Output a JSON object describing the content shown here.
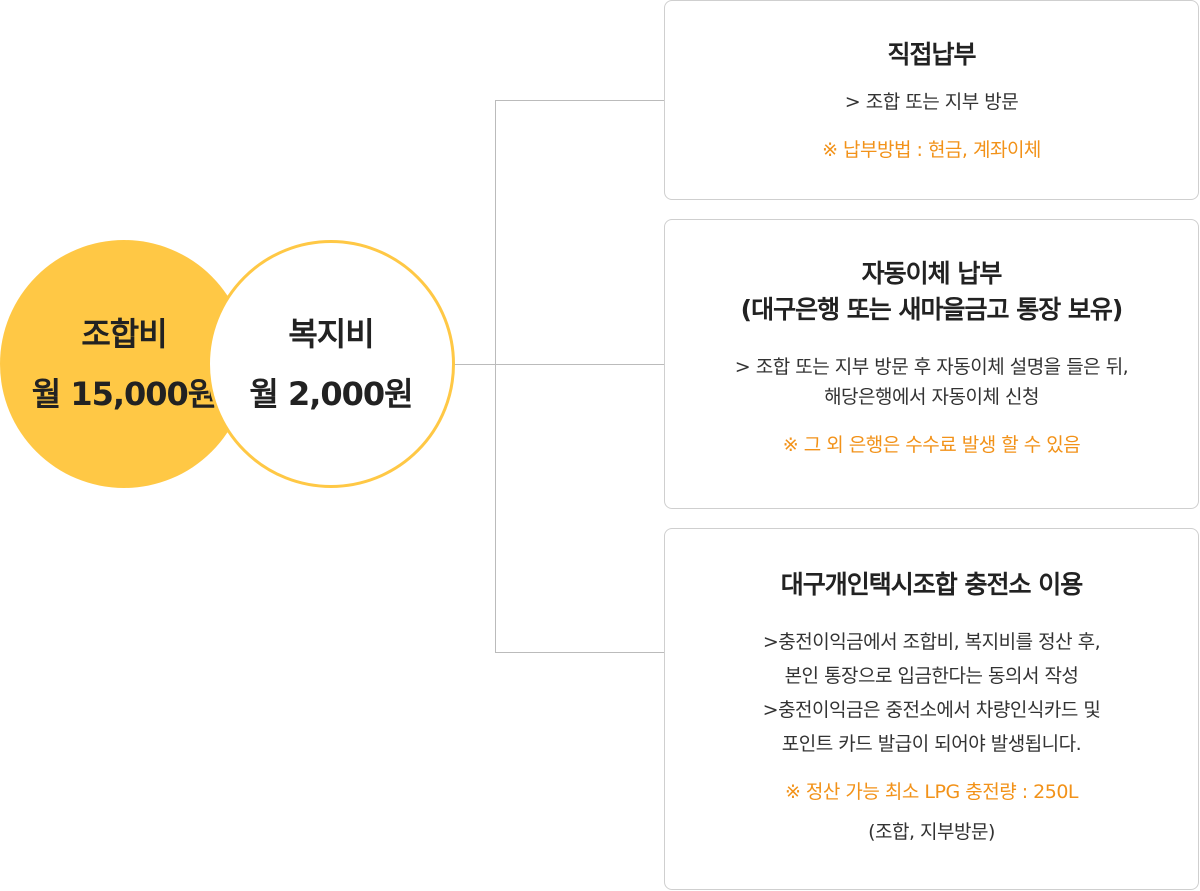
{
  "circles": {
    "fee": {
      "title": "조합비",
      "amount": "월 15,000원"
    },
    "welfare": {
      "title": "복지비",
      "amount": "월 2,000원"
    }
  },
  "options": [
    {
      "title_lines": [
        "직접납부"
      ],
      "text_lines": [
        "> 조합 또는 지부 방문"
      ],
      "note": "※ 납부방법 : 현금, 계좌이체"
    },
    {
      "title_lines": [
        "자동이체 납부",
        "(대구은행 또는 새마을금고 통장 보유)"
      ],
      "text_lines": [
        "> 조합 또는 지부 방문 후 자동이체 설명을 들은 뒤,",
        "해당은행에서 자동이체 신청"
      ],
      "note": "※ 그 외 은행은 수수료 발생 할 수 있음"
    },
    {
      "title_lines": [
        "대구개인택시조합 충전소 이용"
      ],
      "text_lines": [
        ">충전이익금에서 조합비, 복지비를 정산 후,",
        "본인 통장으로 입금한다는 동의서 작성",
        ">충전이익금은 중전소에서 차량인식카드 및",
        "포인트 카드 발급이 되어야 발생됩니다."
      ],
      "note": "※ 정산 가능 최소 LPG 충전량 : 250L",
      "sub_note": "(조합, 지부방문)"
    }
  ],
  "colors": {
    "accent": "#FFC845",
    "note": "#F29219",
    "border": "#CFCFCF",
    "connector": "#BBBBBB"
  }
}
